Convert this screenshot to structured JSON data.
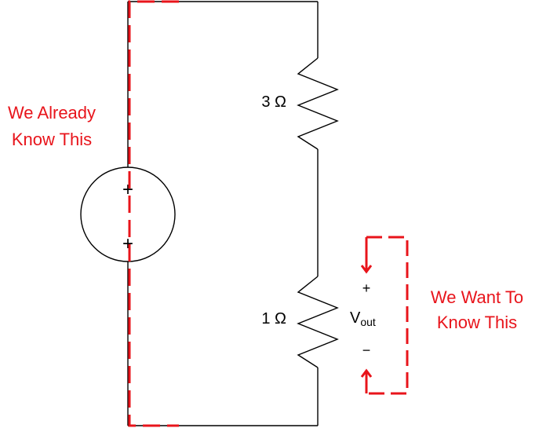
{
  "colors": {
    "wire": "#000000",
    "annotation": "#e8141b",
    "background": "#ffffff"
  },
  "components": {
    "top_resistor_label": "3 Ω",
    "bottom_resistor_label": "1 Ω",
    "source_plus_top": "+",
    "source_plus_bottom": "+"
  },
  "output": {
    "plus": "+",
    "minus": "−",
    "v_main": "V",
    "v_sub": "out"
  },
  "annotations": {
    "known_line1": "We Already",
    "known_line2": "Know This",
    "want_line1": "We Want To",
    "want_line2": "Know This"
  }
}
